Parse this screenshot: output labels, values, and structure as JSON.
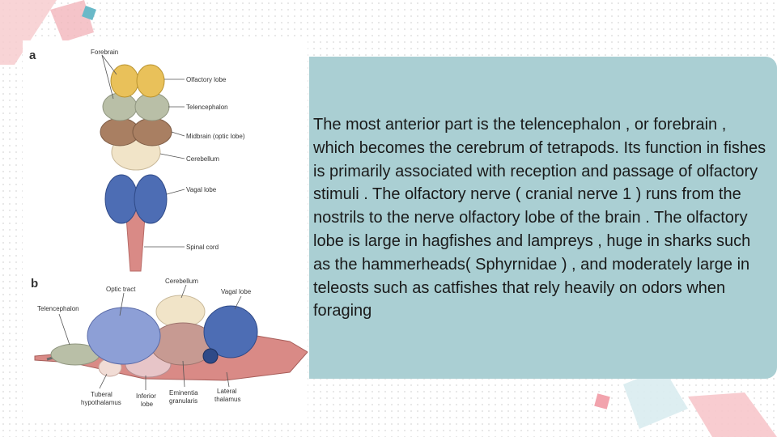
{
  "figure": {
    "panel_a_letter": "a",
    "panel_b_letter": "b",
    "labels_a": {
      "forebrain": "Forebrain",
      "olfactory_lobe": "Olfactory lobe",
      "telencephalon": "Telencephalon",
      "midbrain": "Midbrain (optic lobe)",
      "cerebellum": "Cerebellum",
      "vagal_lobe": "Vagal lobe",
      "spinal_cord": "Spinal cord"
    },
    "labels_b": {
      "optic_tract": "Optic tract",
      "cerebellum": "Cerebellum",
      "vagal_lobe": "Vagal lobe",
      "telencephalon": "Telencephalon",
      "tuberal_hypothalamus_1": "Tuberal",
      "tuberal_hypothalamus_2": "hypothalamus",
      "inferior_lobe_1": "Inferior",
      "inferior_lobe_2": "lobe",
      "eminentia_granularis_1": "Eminentia",
      "eminentia_granularis_2": "granularis",
      "lateral_thalamus_1": "Lateral",
      "lateral_thalamus_2": "thalamus"
    }
  },
  "text_panel": {
    "body": "The most anterior part is the telencephalon , or forebrain , which becomes the cerebrum of tetrapods. Its function in fishes is primarily associated with reception and passage of olfactory stimuli . The olfactory nerve ( cranial nerve 1 ) runs from the nostrils to the nerve olfactory lobe of the brain . The olfactory lobe is large in hagfishes and lampreys , huge in sharks such as the hammerheads( Sphyrnidae ) , and moderately large in teleosts such as catfishes that rely heavily on odors when foraging"
  },
  "colors": {
    "panel": "#aacfd3",
    "olfactory": "#e9c15a",
    "telencephalon": "#b9bfa7",
    "midbrain": "#a97f62",
    "cerebellum": "#f1e4c8",
    "vagal": "#4d6db4",
    "spinal": "#d98a86"
  }
}
